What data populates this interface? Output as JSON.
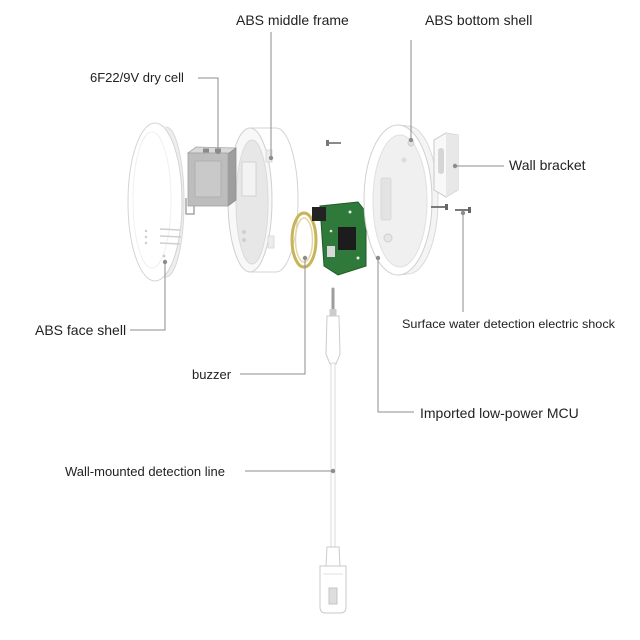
{
  "labels": {
    "middle_frame": "ABS middle frame",
    "bottom_shell": "ABS bottom shell",
    "dry_cell": "6F22/9V dry cell",
    "wall_bracket": "Wall bracket",
    "face_shell": "ABS face shell",
    "surface_water": "Surface water detection electric shock",
    "buzzer": "buzzer",
    "mcu": "Imported low-power MCU",
    "detection_line": "Wall-mounted detection line"
  },
  "colors": {
    "label_text": "#222222",
    "leader_line": "#8c8c8c",
    "shell": "#ffffff",
    "pcb": "#2f7a3a",
    "buzzer": "#c9b35b",
    "battery": "#bdbdbd"
  }
}
